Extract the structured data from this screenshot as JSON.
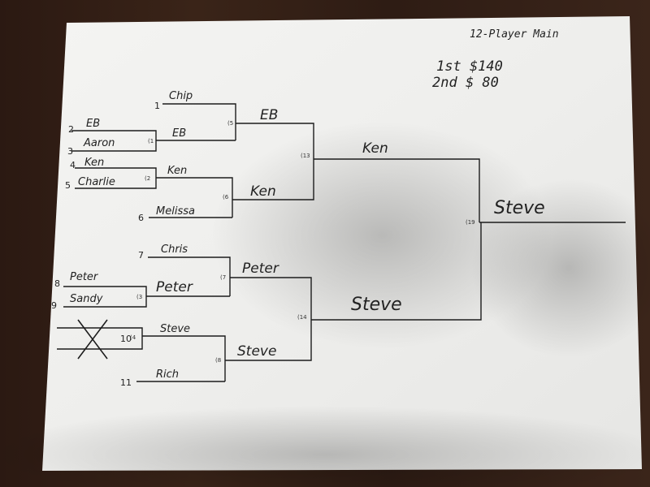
{
  "header": {
    "title": "12-Player Main",
    "prize_1": "1st  $140",
    "prize_2": "2nd  $ 80"
  },
  "seeds": [
    "1",
    "2",
    "3",
    "4",
    "5",
    "6",
    "7",
    "8",
    "9",
    "10",
    "11"
  ],
  "entrants": {
    "s1": "Chip",
    "s2": "EB",
    "s3": "Aaron",
    "s4": "Ken",
    "s5": "Charlie",
    "s6": "Melissa",
    "s7": "Chris",
    "s8": "Peter",
    "s9": "Sandy",
    "s10": "Steve",
    "s11": "Rich"
  },
  "match_numbers": {
    "m1": "(1",
    "m2": "(2",
    "m3": "(3",
    "m4": "(4",
    "m5": "(5",
    "m6": "(6",
    "m7": "(7",
    "m8": "(8",
    "m13": "(13",
    "m14": "(14",
    "m19": "(19"
  },
  "winners": {
    "m1": "EB",
    "m2": "Ken",
    "m3": "Peter",
    "m5": "EB",
    "m6": "Ken",
    "m7": "Peter",
    "m8": "Steve",
    "m13": "Ken",
    "m14": "Steve",
    "m19": "Steve"
  }
}
